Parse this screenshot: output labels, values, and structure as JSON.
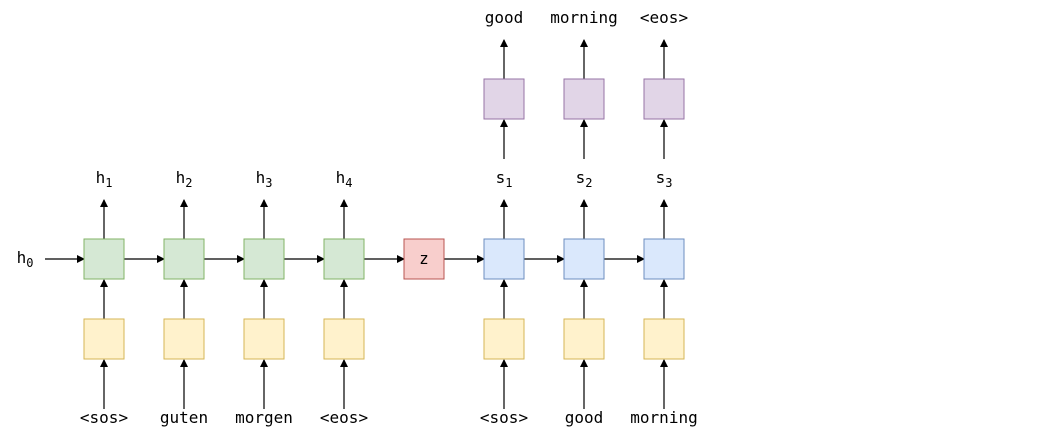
{
  "colors": {
    "embedding_fill": "#fff2cc",
    "embedding_stroke": "#d6b656",
    "encoder_fill": "#d5e8d4",
    "encoder_stroke": "#82b366",
    "context_fill": "#f8cecc",
    "context_stroke": "#b85450",
    "decoder_fill": "#dae8fc",
    "decoder_stroke": "#6c8ebf",
    "output_fill": "#e1d5e7",
    "output_stroke": "#9673a6",
    "arrow": "#000000"
  },
  "initial_state": {
    "base": "h",
    "sub": "0"
  },
  "context": {
    "label": "z"
  },
  "encoder": {
    "inputs": [
      "<sos>",
      "guten",
      "morgen",
      "<eos>"
    ],
    "hidden": [
      {
        "base": "h",
        "sub": "1"
      },
      {
        "base": "h",
        "sub": "2"
      },
      {
        "base": "h",
        "sub": "3"
      },
      {
        "base": "h",
        "sub": "4"
      }
    ]
  },
  "decoder": {
    "inputs": [
      "<sos>",
      "good",
      "morning"
    ],
    "hidden": [
      {
        "base": "s",
        "sub": "1"
      },
      {
        "base": "s",
        "sub": "2"
      },
      {
        "base": "s",
        "sub": "3"
      }
    ],
    "outputs": [
      "good",
      "morning",
      "<eos>"
    ]
  }
}
